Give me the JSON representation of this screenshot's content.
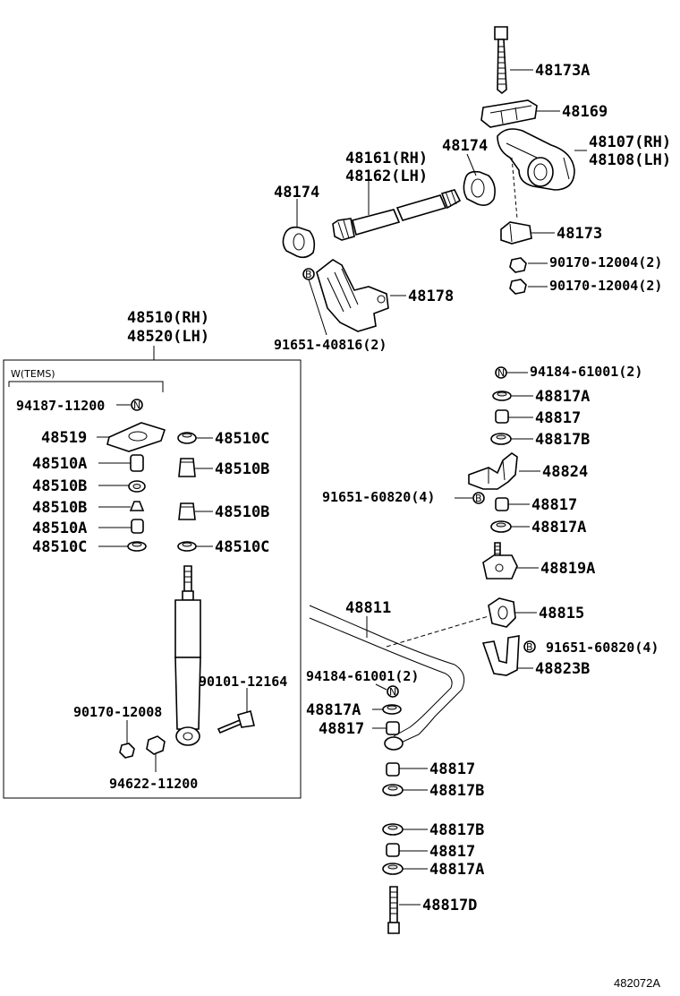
{
  "labels": {
    "p48173A": "48173A",
    "p48169": "48169",
    "p48107": "48107(RH)",
    "p48108": "48108(LH)",
    "p48174a": "48174",
    "p48161": "48161(RH)",
    "p48162": "48162(LH)",
    "p48174b": "48174",
    "p48173": "48173",
    "p90170a": "90170-12004(2)",
    "p90170b": "90170-12004(2)",
    "p48178": "48178",
    "p91651a": "91651-40816(2)",
    "p48510": "48510(RH)",
    "p48520": "48520(LH)",
    "box_title": "W(TEMS)",
    "p94187": "94187-11200",
    "p48519": "48519",
    "p48510C_r1": "48510C",
    "p48510A_l1": "48510A",
    "p48510B_r1": "48510B",
    "p48510B_l1": "48510B",
    "p48510B_l2": "48510B",
    "p48510B_r2": "48510B",
    "p48510A_l2": "48510A",
    "p48510C_l": "48510C",
    "p48510C_r2": "48510C",
    "p90101": "90101-12164",
    "p90170c": "90170-12008",
    "p94622": "94622-11200",
    "p94184a": "94184-61001(2)",
    "p48817A_a": "48817A",
    "p48817_a": "48817",
    "p48817B_a": "48817B",
    "p48824": "48824",
    "p91651b": "91651-60820(4)",
    "p48817_b": "48817",
    "p48817A_b": "48817A",
    "p48819A": "48819A",
    "p48811": "48811",
    "p48815": "48815",
    "p91651c": "91651-60820(4)",
    "p48823B": "48823B",
    "p94184b": "94184-61001(2)",
    "p48817A_c": "48817A",
    "p48817_c": "48817",
    "p48817_d": "48817",
    "p48817B_b": "48817B",
    "p48817B_c": "48817B",
    "p48817_e": "48817",
    "p48817A_d": "48817A",
    "p48817D": "48817D",
    "figure_id": "482072A"
  },
  "symbols": {
    "n_letter": "N",
    "b_letter": "B"
  }
}
